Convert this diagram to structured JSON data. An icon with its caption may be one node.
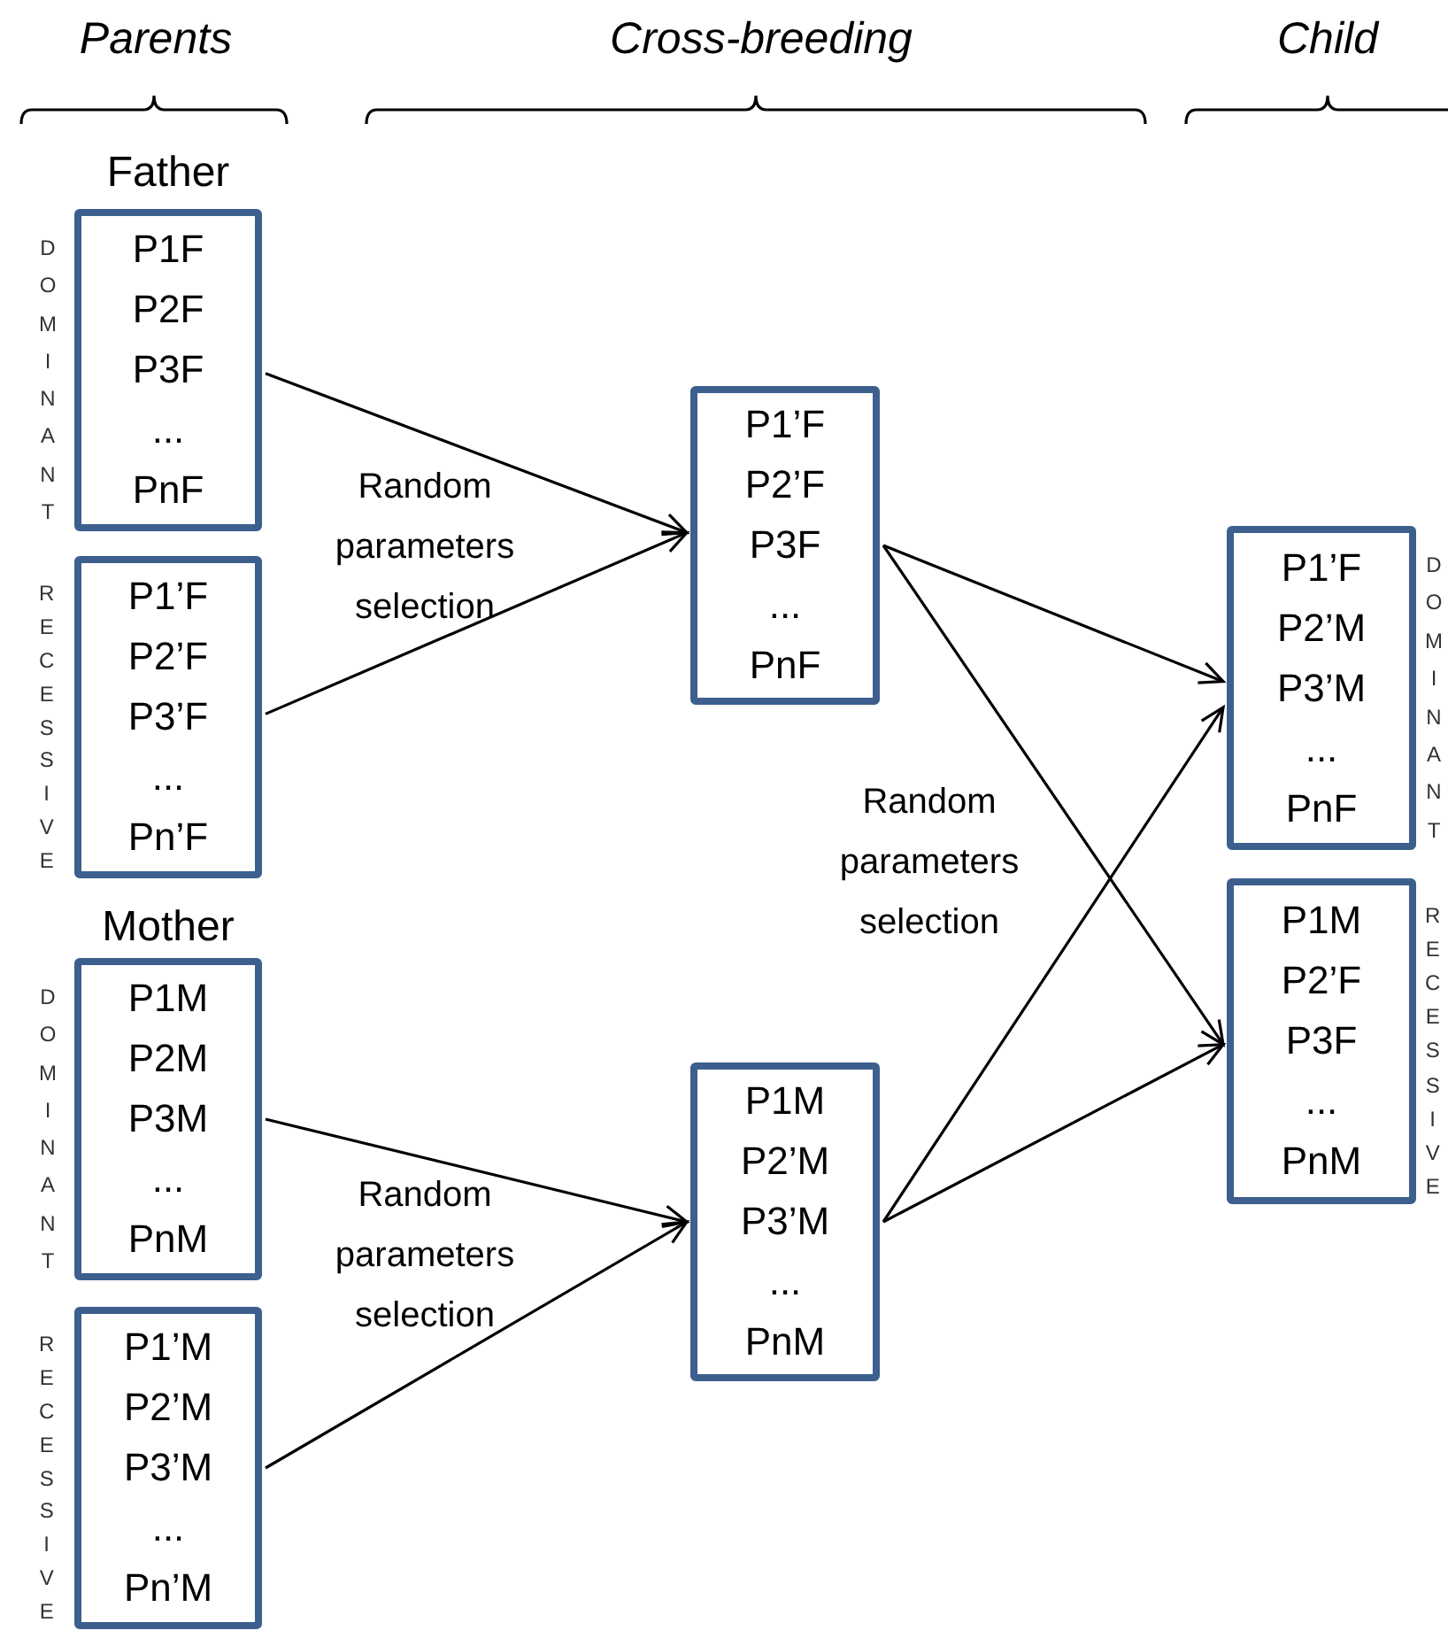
{
  "diagram": {
    "nodes": [
      {
        "text": [
          "P1F",
          "P2F",
          "P3F",
          "...",
          "PnF"
        ],
        "beside": [
          "DOMINANT"
        ]
      },
      {
        "text": [
          "P1’F",
          "P2’F",
          "P3’F",
          "...",
          "Pn’F"
        ],
        "beside": [
          "RECESSIVE"
        ]
      },
      {
        "text": [
          "P1M",
          "P2M",
          "P3M",
          "...",
          "PnM"
        ],
        "beside": [
          "DOMINANT"
        ]
      },
      {
        "text": [
          "P1’M",
          "P2’M",
          "P3’M",
          "...",
          "Pn’M"
        ],
        "beside": [
          "RECESSIVE"
        ]
      },
      {
        "text": [
          "P1’F",
          "P2’F",
          "P3F",
          "...",
          "PnF"
        ]
      },
      {
        "text": [
          "P1M",
          "P2’M",
          "P3’M",
          "...",
          "PnM"
        ]
      },
      {
        "text": [
          "P1’F",
          "P2’M",
          "P3’M",
          "...",
          "PnF"
        ],
        "beside": [
          "DOMINANT"
        ]
      },
      {
        "text": [
          "P1M",
          "P2’F",
          "P3F",
          "...",
          "PnM"
        ],
        "beside": [
          "RECESSIVE"
        ]
      }
    ],
    "edges": [
      {
        "from": 0,
        "to": 4,
        "arrow": "to"
      },
      {
        "from": 1,
        "to": 4,
        "arrow": "to"
      },
      {
        "from": 2,
        "to": 5,
        "arrow": "to"
      },
      {
        "from": 3,
        "to": 5,
        "arrow": "to"
      },
      {
        "from": 4,
        "to": 6,
        "arrow": "to"
      },
      {
        "from": 4,
        "to": 7,
        "arrow": "to"
      },
      {
        "from": 5,
        "to": 6,
        "arrow": "to"
      },
      {
        "from": 5,
        "to": 7,
        "arrow": "to"
      }
    ],
    "labels": [
      "Parents",
      "Cross-breeding",
      "Child",
      "Father",
      "Random parameters selection",
      "Mother",
      "Random parameters selection",
      "Random parameters selection"
    ]
  }
}
